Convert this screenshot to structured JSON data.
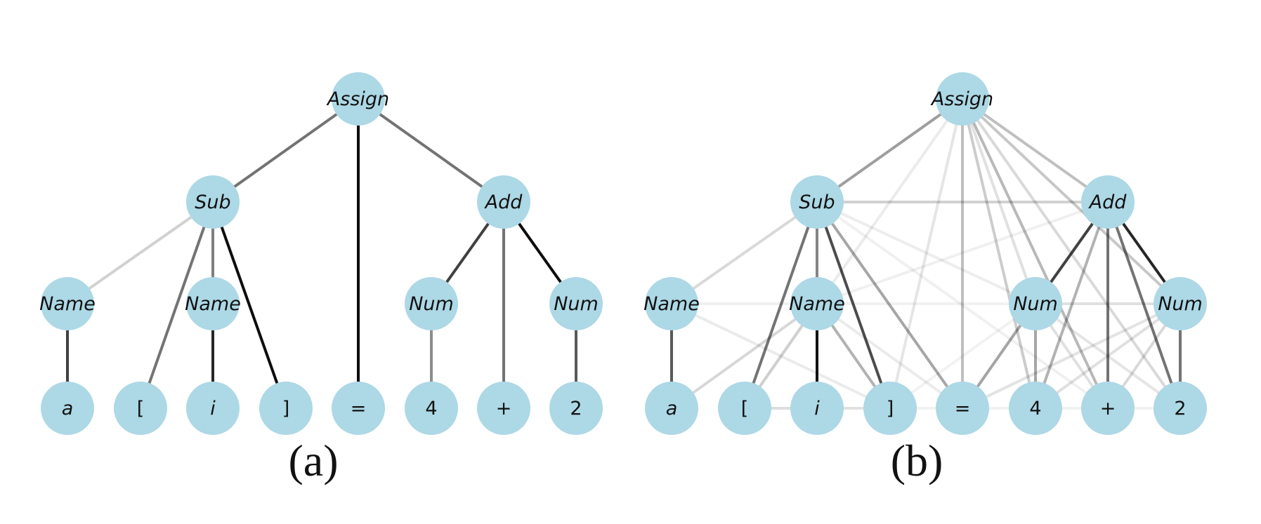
{
  "node_color": "#add8e6",
  "nodes": [
    {
      "id": "assign",
      "label": "Assign",
      "italic": true
    },
    {
      "id": "sub",
      "label": "Sub",
      "italic": true
    },
    {
      "id": "add",
      "label": "Add",
      "italic": true
    },
    {
      "id": "name1",
      "label": "Name",
      "italic": true
    },
    {
      "id": "name2",
      "label": "Name",
      "italic": true
    },
    {
      "id": "num1",
      "label": "Num",
      "italic": true
    },
    {
      "id": "num2",
      "label": "Num",
      "italic": true
    },
    {
      "id": "a",
      "label": "a",
      "italic": true
    },
    {
      "id": "lbr",
      "label": "[",
      "italic": false
    },
    {
      "id": "i",
      "label": "i",
      "italic": true
    },
    {
      "id": "rbr",
      "label": "]",
      "italic": false
    },
    {
      "id": "eq",
      "label": "=",
      "italic": false
    },
    {
      "id": "four",
      "label": "4",
      "italic": false
    },
    {
      "id": "plus",
      "label": "+",
      "italic": false
    },
    {
      "id": "two",
      "label": "2",
      "italic": false
    }
  ],
  "panels": [
    {
      "caption": "(a)",
      "edges": [
        {
          "from": "assign",
          "to": "sub",
          "weight": 0.55
        },
        {
          "from": "assign",
          "to": "eq",
          "weight": 0.95
        },
        {
          "from": "assign",
          "to": "add",
          "weight": 0.55
        },
        {
          "from": "sub",
          "to": "name1",
          "weight": 0.18
        },
        {
          "from": "sub",
          "to": "lbr",
          "weight": 0.55
        },
        {
          "from": "sub",
          "to": "name2",
          "weight": 0.5
        },
        {
          "from": "sub",
          "to": "rbr",
          "weight": 0.95
        },
        {
          "from": "add",
          "to": "num1",
          "weight": 0.75
        },
        {
          "from": "add",
          "to": "plus",
          "weight": 0.55
        },
        {
          "from": "add",
          "to": "num2",
          "weight": 0.95
        },
        {
          "from": "name1",
          "to": "a",
          "weight": 0.75
        },
        {
          "from": "name2",
          "to": "i",
          "weight": 0.85
        },
        {
          "from": "num1",
          "to": "four",
          "weight": 0.45
        },
        {
          "from": "num2",
          "to": "two",
          "weight": 0.65
        }
      ]
    },
    {
      "caption": "(b)",
      "edges": [
        {
          "from": "assign",
          "to": "sub",
          "weight": 0.38
        },
        {
          "from": "assign",
          "to": "add",
          "weight": 0.25
        },
        {
          "from": "assign",
          "to": "eq",
          "weight": 0.25
        },
        {
          "from": "assign",
          "to": "num2",
          "weight": 0.22
        },
        {
          "from": "assign",
          "to": "plus",
          "weight": 0.28
        },
        {
          "from": "assign",
          "to": "four",
          "weight": 0.2
        },
        {
          "from": "assign",
          "to": "two",
          "weight": 0.15
        },
        {
          "from": "assign",
          "to": "rbr",
          "weight": 0.1
        },
        {
          "from": "assign",
          "to": "lbr",
          "weight": 0.08
        },
        {
          "from": "assign",
          "to": "num1",
          "weight": 0.12
        },
        {
          "from": "sub",
          "to": "add",
          "weight": 0.18
        },
        {
          "from": "sub",
          "to": "name1",
          "weight": 0.15
        },
        {
          "from": "sub",
          "to": "lbr",
          "weight": 0.55
        },
        {
          "from": "sub",
          "to": "name2",
          "weight": 0.3
        },
        {
          "from": "sub",
          "to": "rbr",
          "weight": 0.7
        },
        {
          "from": "sub",
          "to": "i",
          "weight": 0.25
        },
        {
          "from": "sub",
          "to": "eq",
          "weight": 0.35
        },
        {
          "from": "sub",
          "to": "num1",
          "weight": 0.07
        },
        {
          "from": "sub",
          "to": "plus",
          "weight": 0.06
        },
        {
          "from": "add",
          "to": "num1",
          "weight": 0.72
        },
        {
          "from": "add",
          "to": "num2",
          "weight": 0.85
        },
        {
          "from": "add",
          "to": "four",
          "weight": 0.3
        },
        {
          "from": "add",
          "to": "plus",
          "weight": 0.55
        },
        {
          "from": "add",
          "to": "two",
          "weight": 0.55
        },
        {
          "from": "add",
          "to": "name2",
          "weight": 0.06
        },
        {
          "from": "add",
          "to": "eq",
          "weight": 0.08
        },
        {
          "from": "num1",
          "to": "num2",
          "weight": 0.12
        },
        {
          "from": "num1",
          "to": "four",
          "weight": 0.35
        },
        {
          "from": "num1",
          "to": "eq",
          "weight": 0.3
        },
        {
          "from": "num1",
          "to": "plus",
          "weight": 0.12
        },
        {
          "from": "num1",
          "to": "two",
          "weight": 0.1
        },
        {
          "from": "num2",
          "to": "two",
          "weight": 0.55
        },
        {
          "from": "num2",
          "to": "plus",
          "weight": 0.15
        },
        {
          "from": "num2",
          "to": "four",
          "weight": 0.12
        },
        {
          "from": "num2",
          "to": "eq",
          "weight": 0.06
        },
        {
          "from": "name1",
          "to": "a",
          "weight": 0.65
        },
        {
          "from": "name1",
          "to": "name2",
          "weight": 0.06
        },
        {
          "from": "name1",
          "to": "rbr",
          "weight": 0.08
        },
        {
          "from": "name2",
          "to": "i",
          "weight": 0.9
        },
        {
          "from": "name2",
          "to": "rbr",
          "weight": 0.3
        },
        {
          "from": "name2",
          "to": "lbr",
          "weight": 0.12
        },
        {
          "from": "name2",
          "to": "a",
          "weight": 0.1
        },
        {
          "from": "name2",
          "to": "eq",
          "weight": 0.08
        },
        {
          "from": "name2",
          "to": "num1",
          "weight": 0.05
        },
        {
          "from": "a",
          "to": "name2",
          "weight": 0.06
        },
        {
          "from": "lbr",
          "to": "i",
          "weight": 0.08
        },
        {
          "from": "lbr",
          "to": "rbr",
          "weight": 0.06
        },
        {
          "from": "i",
          "to": "rbr",
          "weight": 0.06
        },
        {
          "from": "rbr",
          "to": "eq",
          "weight": 0.05
        },
        {
          "from": "eq",
          "to": "four",
          "weight": 0.05
        },
        {
          "from": "four",
          "to": "plus",
          "weight": 0.05
        },
        {
          "from": "plus",
          "to": "two",
          "weight": 0.05
        },
        {
          "from": "eq",
          "to": "num2",
          "weight": 0.05
        },
        {
          "from": "rbr",
          "to": "num1",
          "weight": 0.05
        }
      ]
    }
  ]
}
